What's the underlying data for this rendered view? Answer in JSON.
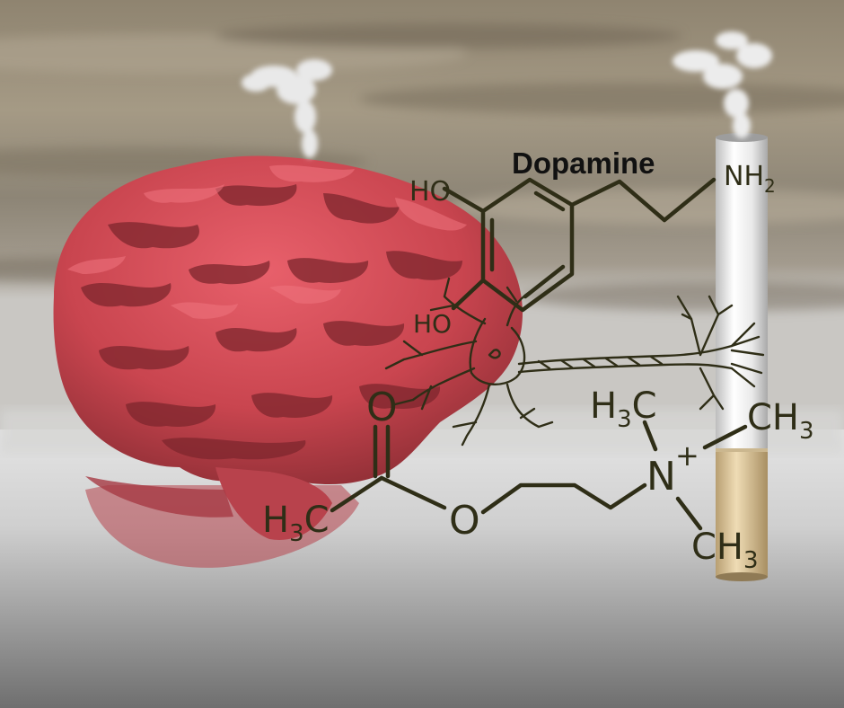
{
  "title": "Dopamine",
  "dopamine_labels": {
    "ho_top": "HO",
    "ho_bottom": "HO",
    "amine": "NH",
    "amine_sub": "2"
  },
  "acetylcholine_labels": {
    "carbonyl_o": "O",
    "ester_o": "O",
    "methyl_left": "H",
    "methyl_left_sub": "3",
    "methyl_left_c": "C",
    "methyl_top": "H",
    "methyl_top_sub": "3",
    "methyl_top_c": "C",
    "nitrogen": "N",
    "charge": "+",
    "methyl_right": "CH",
    "methyl_right_sub": "3",
    "methyl_bottom": "CH",
    "methyl_bottom_sub": "3"
  },
  "colors": {
    "ink": "#2f2e17",
    "brain": "#d9535e",
    "sky": "#a49a88",
    "ground": "#d8d8d8"
  }
}
